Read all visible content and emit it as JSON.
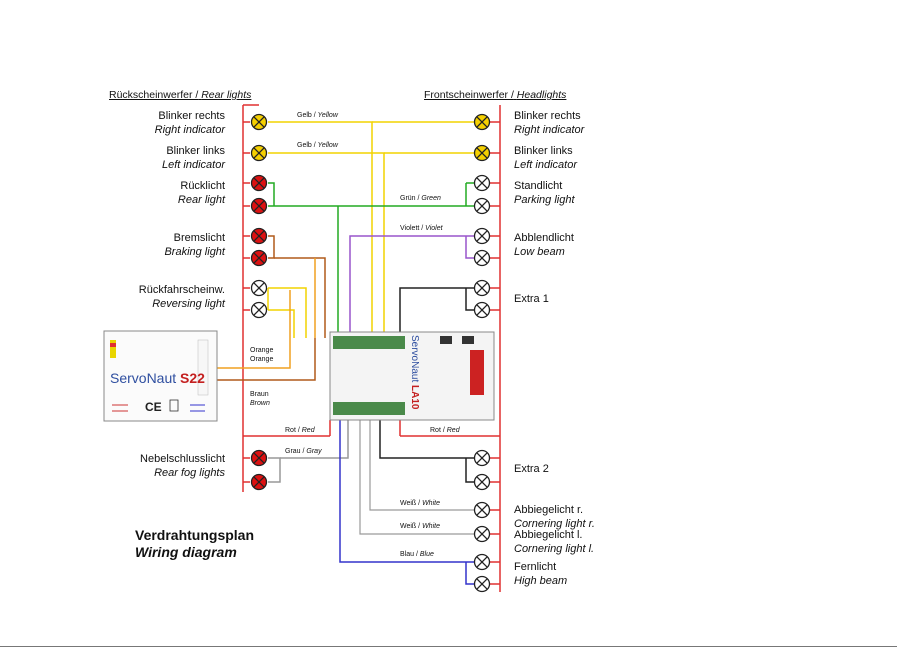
{
  "headers": {
    "rear_de": "Rückscheinwerfer /",
    "rear_en": "Rear lights",
    "front_de": "Frontscheinwerfer /",
    "front_en": "Headlights"
  },
  "left_labels": [
    {
      "de": "Blinker rechts",
      "en": "Right indicator"
    },
    {
      "de": "Blinker links",
      "en": "Left indicator"
    },
    {
      "de": "Rücklicht",
      "en": "Rear light"
    },
    {
      "de": "Bremslicht",
      "en": "Braking light"
    },
    {
      "de": "Rückfahrscheinw.",
      "en": "Reversing light"
    },
    {
      "de": "Nebelschlusslicht",
      "en": "Rear fog lights"
    }
  ],
  "right_labels": [
    {
      "de": "Blinker rechts",
      "en": "Right indicator"
    },
    {
      "de": "Blinker links",
      "en": "Left indicator"
    },
    {
      "de": "Standlicht",
      "en": "Parking light"
    },
    {
      "de": "Abblendlicht",
      "en": "Low beam"
    },
    {
      "de": "Extra 1",
      "en": ""
    },
    {
      "de": "Extra 2",
      "en": ""
    },
    {
      "de": "Abbiegelicht r.",
      "en": "Cornering light r."
    },
    {
      "de": "Abbiegelicht l.",
      "en": "Cornering light l."
    },
    {
      "de": "Fernlicht",
      "en": "High beam"
    }
  ],
  "wires": {
    "yellow1_de": "Gelb /",
    "yellow1_en": "Yellow",
    "yellow2_de": "Gelb /",
    "yellow2_en": "Yellow",
    "green_de": "Grün /",
    "green_en": "Green",
    "violet_de": "Violett /",
    "violet_en": "Violet",
    "orange_de": "Orange",
    "orange_en": "Orange",
    "brown_de": "Braun",
    "brown_en": "Brown",
    "red1_de": "Rot /",
    "red1_en": "Red",
    "red2_de": "Rot /",
    "red2_en": "Red",
    "gray_de": "Grau /",
    "gray_en": "Gray",
    "white1_de": "Weiß /",
    "white1_en": "White",
    "white2_de": "Weiß /",
    "white2_en": "White",
    "blue_de": "Blau /",
    "blue_en": "Blue"
  },
  "s22": {
    "brand": "ServoNaut",
    "model": "S22"
  },
  "la10": {
    "brand": "ServoNaut",
    "model": "LA10"
  },
  "title": {
    "de": "Verdrahtungsplan",
    "en": "Wiring diagram"
  },
  "colors": {
    "red": "#e03030",
    "yellow": "#f2d400",
    "green": "#22aa22",
    "violet": "#9955cc",
    "orange": "#f0a020",
    "brown": "#b05a1a",
    "blue": "#3333cc",
    "gray": "#999999",
    "black": "#222222",
    "lamp_yellow": "#f5d000",
    "lamp_red": "#dd1111"
  }
}
